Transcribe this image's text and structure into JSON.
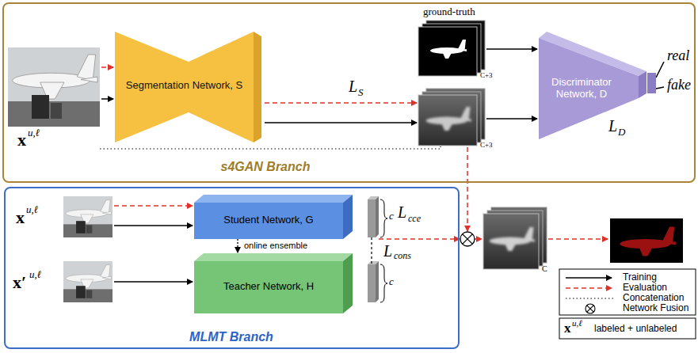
{
  "diagram": {
    "nodes": [
      {
        "text": [
          "s4GAN Branch"
        ]
      },
      {
        "text": [
          "Segmentation Network, S"
        ],
        "in": 0
      },
      {
        "text": [
          "Discriminator Network, D"
        ],
        "in": 0
      },
      {
        "text": [
          "MLMT Branch"
        ]
      },
      {
        "text": [
          "Student Network, G"
        ],
        "in": 3
      },
      {
        "text": [
          "Teacher Network, H"
        ],
        "in": 3
      }
    ],
    "edges": [
      {
        "from": 4,
        "to": 5,
        "arrow": "to",
        "label": "online ensemble"
      }
    ],
    "labels": [
      "x",
      "u,ℓ",
      "L",
      "S",
      "ground-truth",
      "C+3",
      "C+3",
      "real",
      "fake",
      "L",
      "D",
      "x",
      "u,ℓ",
      "x′",
      "u,ℓ",
      "c",
      "L",
      "cce",
      "L",
      "cons",
      "c",
      "C",
      "x",
      "u,ℓ"
    ],
    "legend": [
      {
        "text": "Training"
      },
      {
        "text": "Evaluation"
      },
      {
        "text": "Concatenation"
      },
      {
        "text": "Network Fusion"
      },
      {
        "text": "labeled + unlabeled"
      }
    ]
  }
}
